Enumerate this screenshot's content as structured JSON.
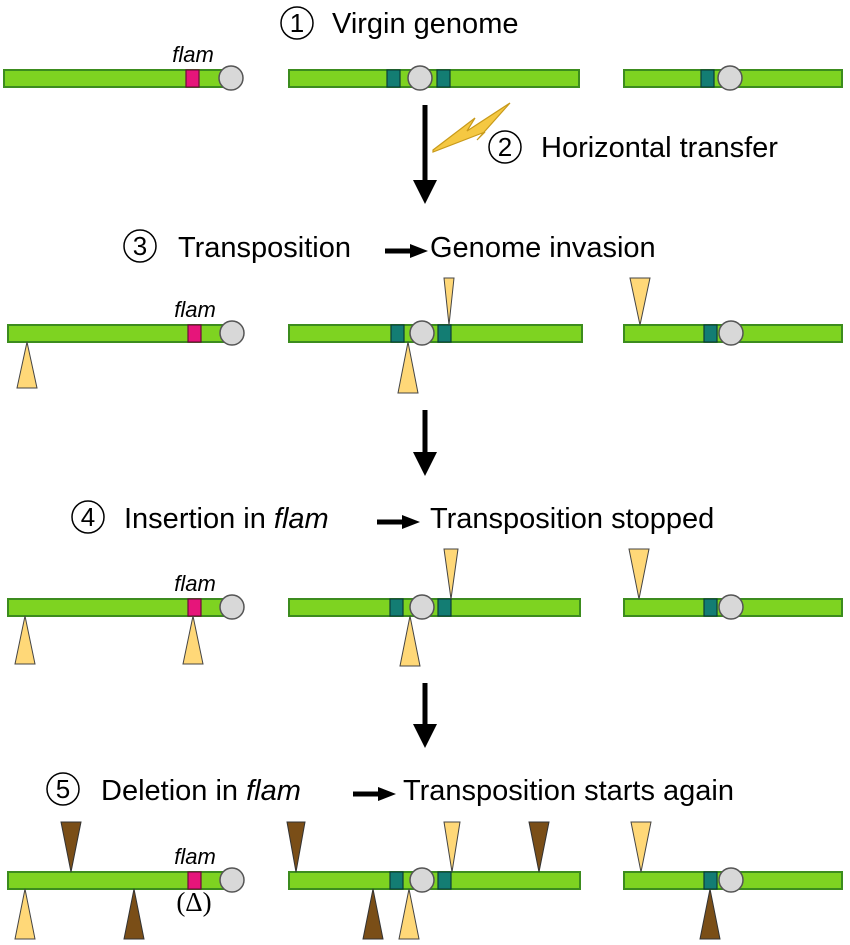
{
  "colors": {
    "chromosome": "#7ed321",
    "chromosome_stroke": "#3c8c1e",
    "flam_locus": "#e6157a",
    "teal_locus": "#137d73",
    "centromere": "#d8d8d8",
    "new_insertion": "#ffd878",
    "old_insertion": "#7a4e17",
    "arrow": "#000000",
    "lightning": "#f5c842"
  },
  "steps": [
    {
      "number": "1",
      "text": "Virgin genome"
    },
    {
      "number": "2",
      "text": "Horizontal transfer"
    },
    {
      "number": "3",
      "text_before": "Transposition",
      "text_after": "Genome invasion"
    },
    {
      "number": "4",
      "text_before": "Insertion in",
      "italic": "flam",
      "text_after": "Transposition stopped"
    },
    {
      "number": "5",
      "text_before": "Deletion in",
      "italic": "flam",
      "text_after": "Transposition starts again"
    }
  ],
  "flam_label": "flam",
  "delta_label": "(Δ)",
  "icons": {
    "transfer": "lightning-bolt-icon",
    "flow": "down-arrow-icon",
    "implies": "right-arrow-icon"
  }
}
